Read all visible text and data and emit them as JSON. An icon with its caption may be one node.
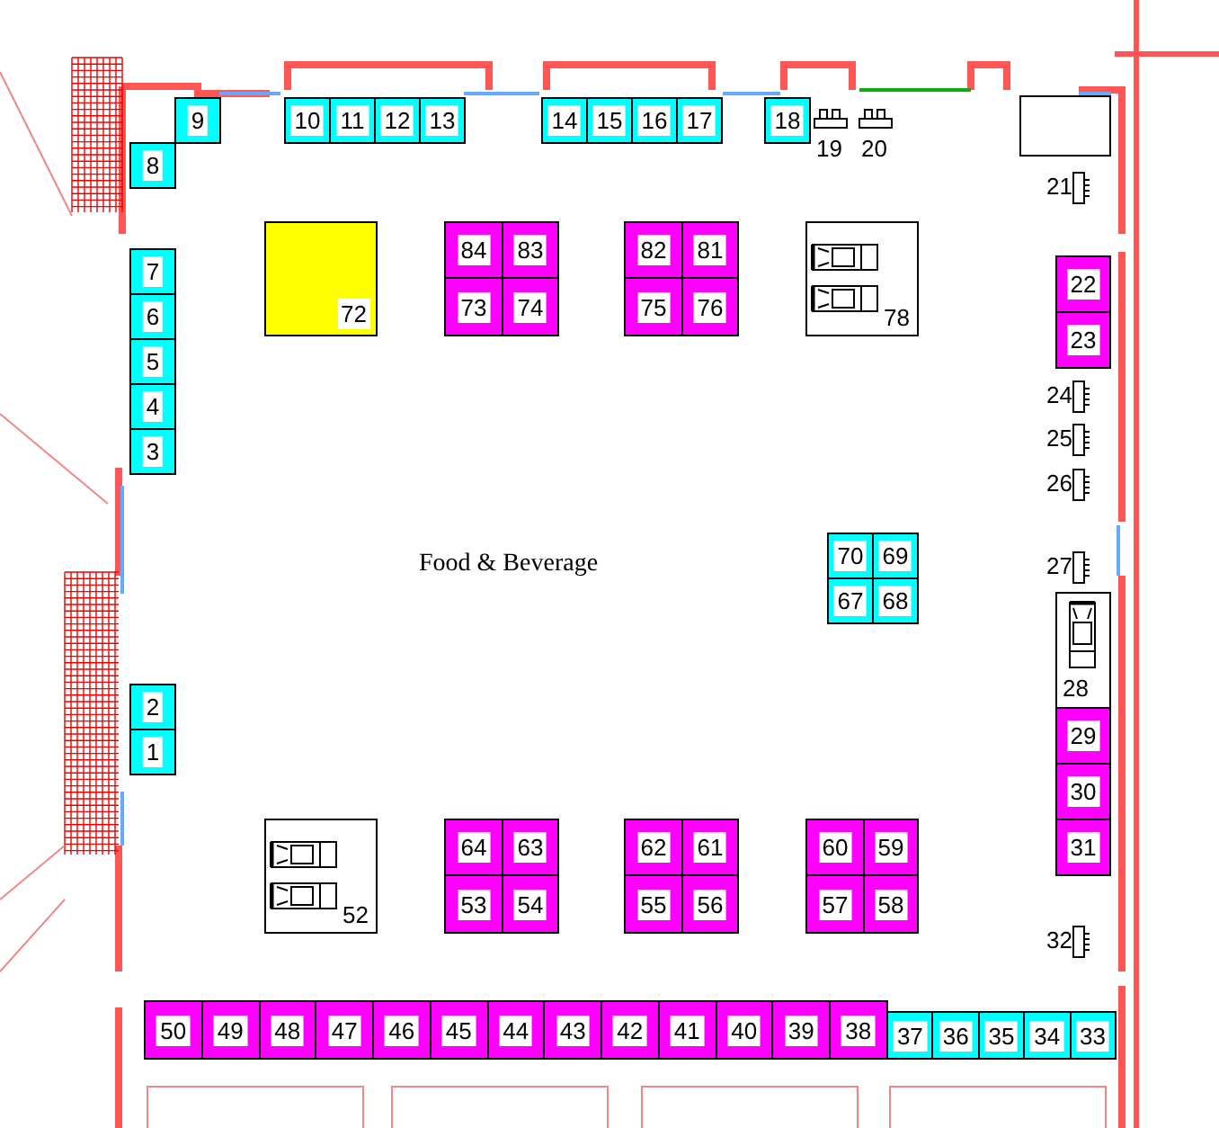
{
  "diagram": {
    "nodes": [
      {
        "text": [
          "9"
        ]
      },
      {
        "text": [
          "10"
        ]
      },
      {
        "text": [
          "11"
        ]
      },
      {
        "text": [
          "12"
        ]
      },
      {
        "text": [
          "13"
        ]
      },
      {
        "text": [
          "14"
        ]
      },
      {
        "text": [
          "15"
        ]
      },
      {
        "text": [
          "16"
        ]
      },
      {
        "text": [
          "17"
        ]
      },
      {
        "text": [
          "18"
        ]
      },
      {
        "text": [],
        "shape": "box"
      },
      {
        "text": [
          "8"
        ]
      },
      {
        "text": [
          "72"
        ]
      },
      {
        "text": [
          "84"
        ]
      },
      {
        "text": [
          "83"
        ]
      },
      {
        "text": [
          "82"
        ]
      },
      {
        "text": [
          "81"
        ]
      },
      {
        "text": [
          "78"
        ]
      },
      {
        "text": [
          "73"
        ]
      },
      {
        "text": [
          "74"
        ]
      },
      {
        "text": [
          "75"
        ]
      },
      {
        "text": [
          "76"
        ]
      },
      {
        "text": [
          "7"
        ]
      },
      {
        "text": [
          "22"
        ]
      },
      {
        "text": [
          "6"
        ]
      },
      {
        "text": [
          "23"
        ]
      },
      {
        "text": [
          "5"
        ]
      },
      {
        "text": [
          "4"
        ]
      },
      {
        "text": [
          "3"
        ]
      },
      {
        "text": [
          "70"
        ]
      },
      {
        "text": [
          "69"
        ]
      },
      {
        "text": [
          "67"
        ]
      },
      {
        "text": [
          "68"
        ]
      },
      {
        "text": [
          "28"
        ]
      },
      {
        "text": [
          "2"
        ]
      },
      {
        "text": [
          "29"
        ]
      },
      {
        "text": [
          "1"
        ]
      },
      {
        "text": [
          "30"
        ]
      },
      {
        "text": [
          "64"
        ]
      },
      {
        "text": [
          "63"
        ]
      },
      {
        "text": [
          "62"
        ]
      },
      {
        "text": [
          "61"
        ]
      },
      {
        "text": [
          "60"
        ]
      },
      {
        "text": [
          "59"
        ]
      },
      {
        "text": [
          "31"
        ]
      },
      {
        "text": [
          "52"
        ]
      },
      {
        "text": [
          "53"
        ]
      },
      {
        "text": [
          "54"
        ]
      },
      {
        "text": [
          "55"
        ]
      },
      {
        "text": [
          "56"
        ]
      },
      {
        "text": [
          "57"
        ]
      },
      {
        "text": [
          "58"
        ]
      },
      {
        "text": [
          "50"
        ]
      },
      {
        "text": [
          "49"
        ]
      },
      {
        "text": [
          "48"
        ]
      },
      {
        "text": [
          "47"
        ]
      },
      {
        "text": [
          "46"
        ]
      },
      {
        "text": [
          "45"
        ]
      },
      {
        "text": [
          "44"
        ]
      },
      {
        "text": [
          "43"
        ]
      },
      {
        "text": [
          "42"
        ]
      },
      {
        "text": [
          "41"
        ]
      },
      {
        "text": [
          "40"
        ]
      },
      {
        "text": [
          "39"
        ]
      },
      {
        "text": [
          "38"
        ]
      },
      {
        "text": [
          "37"
        ]
      },
      {
        "text": [
          "36"
        ]
      },
      {
        "text": [
          "35"
        ]
      },
      {
        "text": [
          "34"
        ]
      },
      {
        "text": [
          "33"
        ]
      }
    ],
    "labels": [
      "19",
      "20",
      "21",
      "24",
      "25",
      "26",
      "Food & Beverage",
      "27",
      "32"
    ]
  }
}
